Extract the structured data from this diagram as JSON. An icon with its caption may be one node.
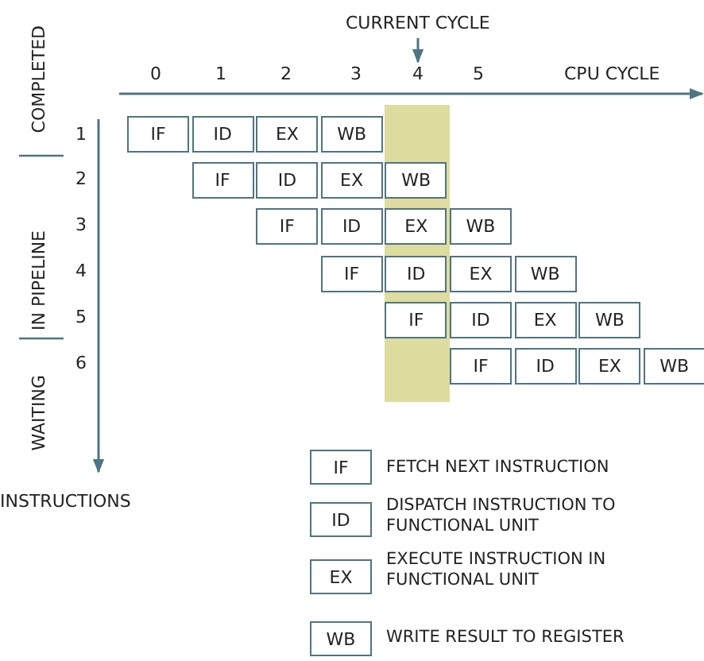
{
  "diagram": {
    "nodes": [
      {
        "text": [
          "IF"
        ]
      },
      {
        "text": [
          "ID"
        ]
      },
      {
        "text": [
          "EX"
        ]
      },
      {
        "text": [
          "WB"
        ]
      },
      {
        "text": [
          "IF"
        ]
      },
      {
        "text": [
          "ID"
        ]
      },
      {
        "text": [
          "EX"
        ]
      },
      {
        "text": [
          "WB"
        ]
      },
      {
        "text": [
          "IF"
        ]
      },
      {
        "text": [
          "ID"
        ]
      },
      {
        "text": [
          "EX"
        ]
      },
      {
        "text": [
          "WB"
        ]
      },
      {
        "text": [
          "IF"
        ]
      },
      {
        "text": [
          "ID"
        ]
      },
      {
        "text": [
          "EX"
        ]
      },
      {
        "text": [
          "WB"
        ]
      },
      {
        "text": [
          "IF"
        ]
      },
      {
        "text": [
          "ID"
        ]
      },
      {
        "text": [
          "EX"
        ]
      },
      {
        "text": [
          "WB"
        ]
      },
      {
        "text": [
          "IF"
        ]
      },
      {
        "text": [
          "ID"
        ]
      },
      {
        "text": [
          "EX"
        ]
      },
      {
        "text": [
          "WB"
        ]
      },
      {
        "text": [
          "IF"
        ],
        "beside": [
          "FETCH NEXT INSTRUCTION"
        ]
      },
      {
        "text": [
          "ID"
        ],
        "beside": [
          "DISPATCH INSTRUCTION TO FUNCTIONAL UNIT"
        ]
      },
      {
        "text": [
          "EX"
        ],
        "beside": [
          "EXECUTE INSTRUCTION IN FUNCTIONAL UNIT"
        ]
      },
      {
        "text": [
          "WB"
        ],
        "beside": [
          "WRITE RESULT TO REGISTER"
        ]
      }
    ],
    "edges": [],
    "labels": [
      "CURRENT CYCLE",
      "0",
      "1",
      "2",
      "3",
      "4",
      "5",
      "CPU CYCLE",
      "COMPLETED",
      "IN PIPELINE",
      "WAITING",
      "1",
      "2",
      "3",
      "4",
      "5",
      "6",
      "INSTRUCTIONS"
    ]
  }
}
